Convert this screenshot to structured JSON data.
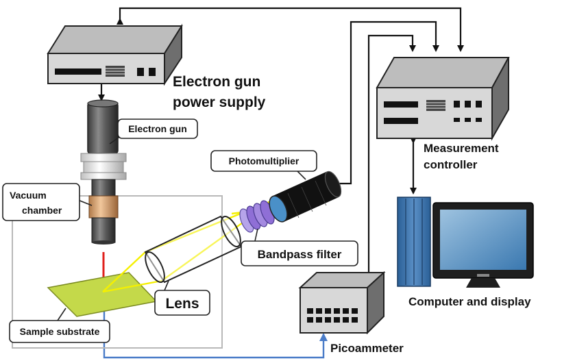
{
  "labels": {
    "electron_gun_power_supply_line1": "Electron gun",
    "electron_gun_power_supply_line2": "power supply",
    "electron_gun": "Electron gun",
    "vacuum_chamber_line1": "Vacuum",
    "vacuum_chamber_line2": "chamber",
    "photomultiplier": "Photomultiplier",
    "bandpass_filter": "Bandpass filter",
    "lens": "Lens",
    "sample_substrate": "Sample substrate",
    "measurement_controller_line1": "Measurement",
    "measurement_controller_line2": "controller",
    "computer_and_display": "Computer and display",
    "picoammeter": "Picoammeter"
  },
  "colors": {
    "light_rays": "#f5f000",
    "electron_beam": "#e0201c",
    "current_wire": "#4a7cc8",
    "signal_wire": "#111111",
    "sample_plate": "#c4d94a",
    "chamber_outline": "#b8b8b8",
    "filter": "#8f6fd6"
  },
  "icons": [
    "power-supply-box",
    "electron-gun-column",
    "photomultiplier-tube",
    "bandpass-filter",
    "lens-tube",
    "sample-plate",
    "controller-box",
    "computer-tower",
    "monitor",
    "picoammeter-box"
  ]
}
